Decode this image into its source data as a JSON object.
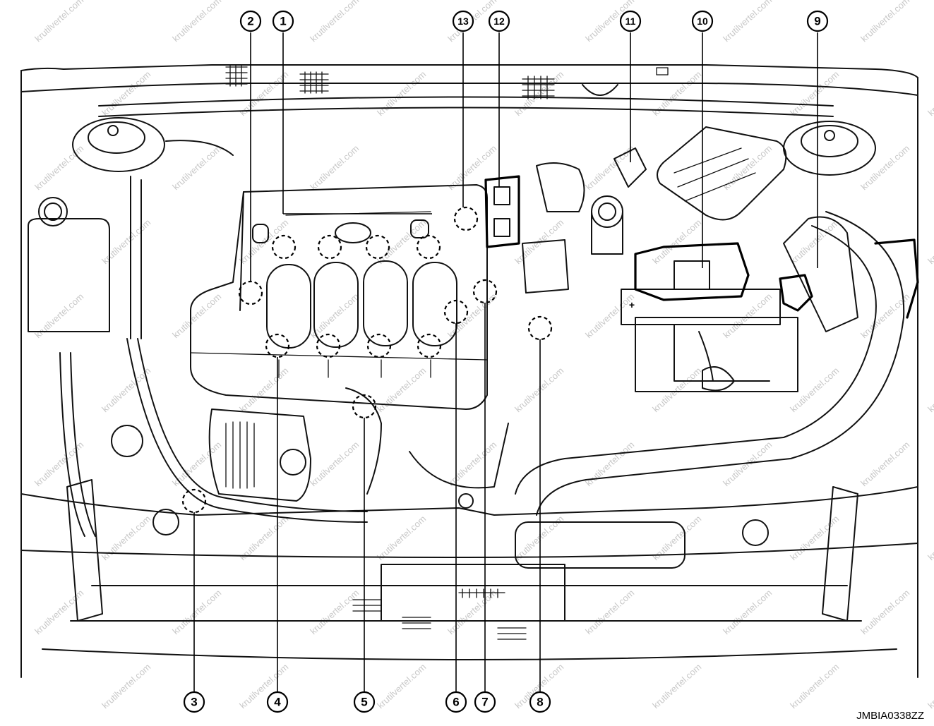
{
  "diagram": {
    "figure_code": "JMBIA0338ZZ",
    "watermark": "krutilvertel.com",
    "callouts": [
      {
        "label": "1"
      },
      {
        "label": "2"
      },
      {
        "label": "3"
      },
      {
        "label": "4"
      },
      {
        "label": "5"
      },
      {
        "label": "6"
      },
      {
        "label": "7"
      },
      {
        "label": "8"
      },
      {
        "label": "9"
      },
      {
        "label": "10"
      },
      {
        "label": "11"
      },
      {
        "label": "12"
      },
      {
        "label": "13"
      }
    ]
  }
}
